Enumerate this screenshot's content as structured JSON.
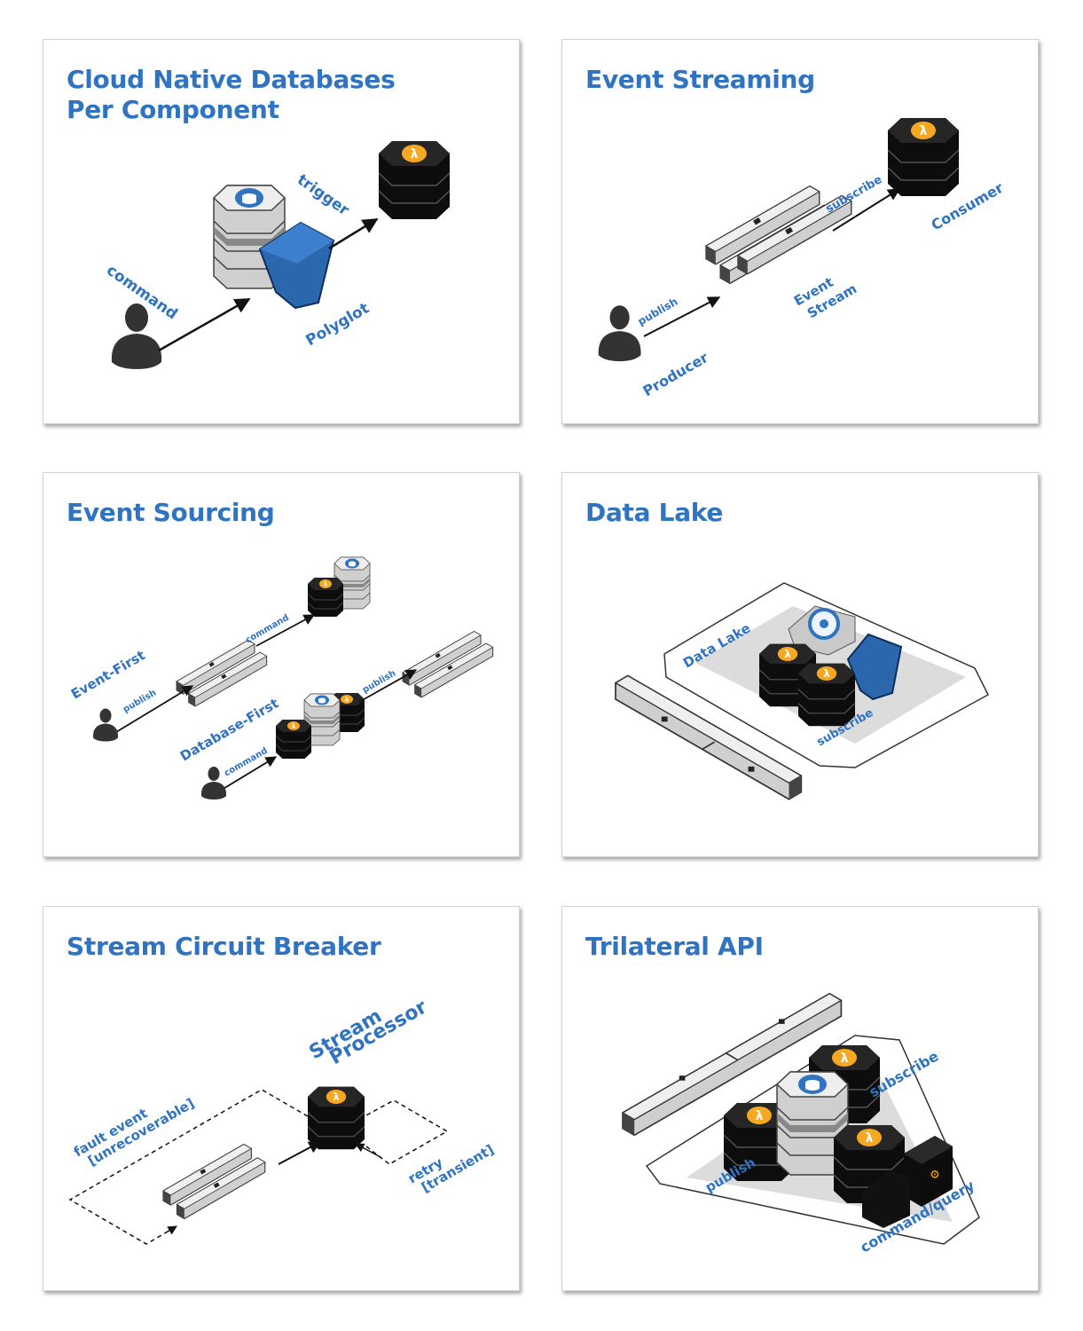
{
  "cards": [
    {
      "title_line1": "Cloud Native Databases",
      "title_line2": "Per Component",
      "labels": {
        "trigger": "trigger",
        "command": "command",
        "polyglot": "Polyglot"
      }
    },
    {
      "title": "Event Streaming",
      "labels": {
        "subscribe": "subscribe",
        "consumer": "Consumer",
        "publish": "publish",
        "event_stream_1": "Event",
        "event_stream_2": "Stream",
        "producer": "Producer"
      }
    },
    {
      "title": "Event Sourcing",
      "labels": {
        "command_top": "command",
        "event_first": "Event-First",
        "publish_top": "publish",
        "publish_right": "publish",
        "database_first": "Database-First",
        "command_bottom": "command"
      }
    },
    {
      "title": "Data Lake",
      "labels": {
        "data_lake": "Data Lake",
        "subscribe": "subscribe"
      }
    },
    {
      "title": "Stream Circuit Breaker",
      "labels": {
        "stream": "Stream",
        "processor": "Processor",
        "fault_1": "fault event",
        "fault_2": "[unrecoverable]",
        "retry_1": "retry",
        "retry_2": "[transient]"
      }
    },
    {
      "title": "Trilateral API",
      "labels": {
        "subscribe": "subscribe",
        "publish": "publish",
        "command_query": "command/query"
      }
    }
  ],
  "colors": {
    "title": "#2f73c1",
    "lambda": "#f7a823",
    "db_blue": "#2f73c1",
    "cylinder_dark": "#1a1a1a",
    "cylinder_light": "#d8d8d8"
  },
  "icons": [
    "lambda-icon",
    "database-icon",
    "user-icon",
    "stream-icon",
    "bucket-icon",
    "search-icon",
    "gear-icon"
  ]
}
